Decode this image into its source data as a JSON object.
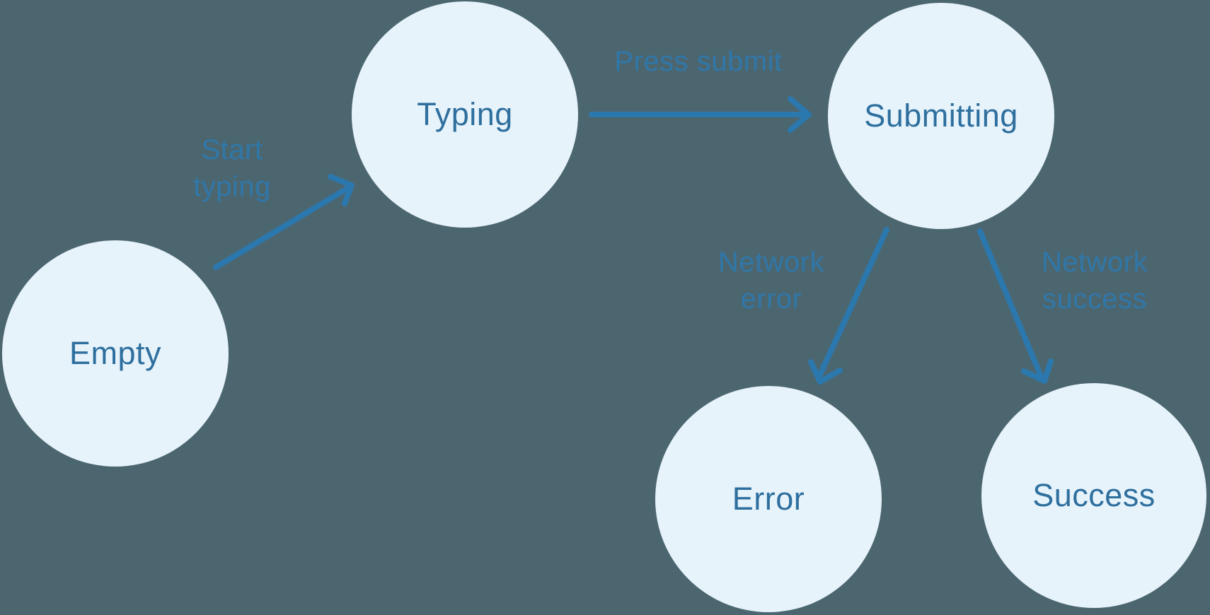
{
  "diagram": {
    "type": "state-machine",
    "nodes": [
      {
        "id": "empty",
        "label": "Empty"
      },
      {
        "id": "typing",
        "label": "Typing"
      },
      {
        "id": "submitting",
        "label": "Submitting"
      },
      {
        "id": "error",
        "label": "Error"
      },
      {
        "id": "success",
        "label": "Success"
      }
    ],
    "edges": [
      {
        "from": "empty",
        "to": "typing",
        "label": "Start typing"
      },
      {
        "from": "typing",
        "to": "submitting",
        "label": "Press submit"
      },
      {
        "from": "submitting",
        "to": "error",
        "label": "Network error"
      },
      {
        "from": "submitting",
        "to": "success",
        "label": "Network success"
      }
    ],
    "colors": {
      "background": "#4c6670",
      "node_fill": "#e7f3fb",
      "node_text": "#2e6f9e",
      "arrow": "#2b78ae",
      "edge_label": "#3077a8"
    }
  }
}
